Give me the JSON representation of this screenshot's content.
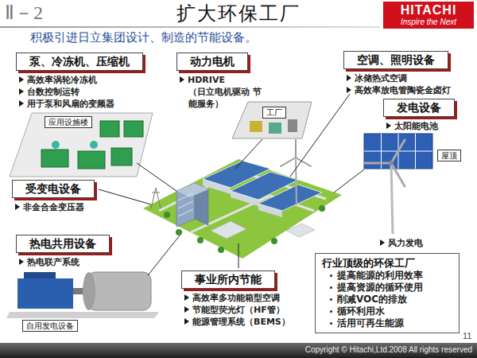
{
  "diagram": {
    "title": "扩大环保工厂",
    "nodes": [
      {
        "text": [
          "泵、冷冻机、压缩机",
          "高效率涡轮冷冻机",
          "台数控制运转",
          "用于泵和风扇的变频器"
        ]
      },
      {
        "text": [
          "应用设施楼"
        ]
      },
      {
        "text": [
          "动力电机",
          "HDRIVE",
          "（日立电机驱动 节能服务）"
        ]
      },
      {
        "text": [
          "工厂"
        ]
      },
      {
        "text": [
          "空调、照明设备",
          "冰储热式空调",
          "高效率放电管陶瓷金卤灯"
        ]
      },
      {
        "text": [
          "发电设备",
          "太阳能电池"
        ]
      },
      {
        "text": [
          "屋顶"
        ]
      },
      {
        "text": [
          "受变电设备",
          "非金合金变压器"
        ]
      },
      {
        "text": [
          "热电共用设备",
          "热电联产系统"
        ]
      },
      {
        "text": [
          "自用发电设备"
        ]
      },
      {
        "text": [
          "事业所内节能",
          "高效率多功能箱型空调",
          "节能型荧光灯（HF管）",
          "能源管理系统（BEMS）"
        ]
      },
      {
        "text": [
          "行业顶级的环保工厂",
          "提高能源的利用效率",
          "提高资源的循环使用",
          "削减VOC的排放",
          "循环利用水",
          "活用可再生能源"
        ]
      }
    ],
    "labels": [
      "Ⅱ－2",
      "HITACHI",
      "Inspire the Next",
      "积极引进日立集团设计、制造的节能设备。",
      "风力发电",
      "11",
      "Copyright © Hitachi,Ltd.2008 All rights reserved"
    ]
  }
}
